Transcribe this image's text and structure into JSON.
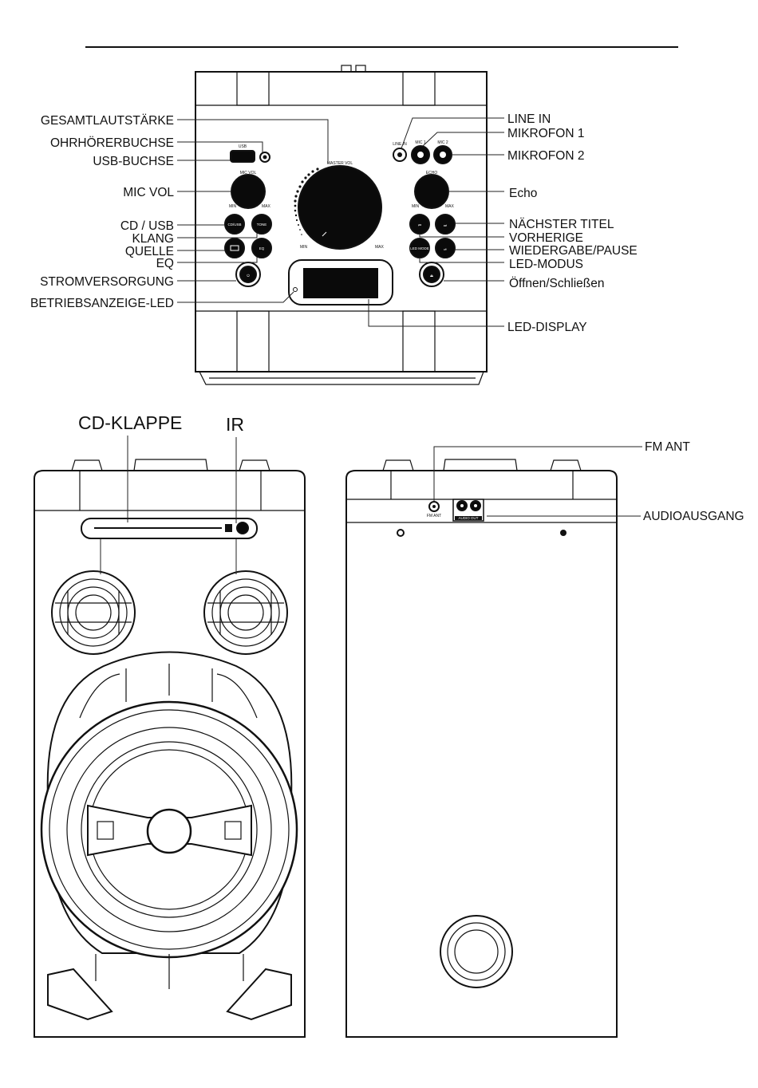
{
  "front_panel": {
    "callouts_left": [
      {
        "key": "master_volume",
        "label": "GESAMTLAUTSTÄRKE"
      },
      {
        "key": "headphone_jack",
        "label": "OHRHÖRERBUCHSE"
      },
      {
        "key": "usb_jack",
        "label": "USB-BUCHSE"
      },
      {
        "key": "mic_vol",
        "label": "MIC VOL"
      },
      {
        "key": "cd_usb",
        "label": "CD / USB"
      },
      {
        "key": "tone",
        "label": "KLANG"
      },
      {
        "key": "source",
        "label": "QUELLE"
      },
      {
        "key": "eq",
        "label": "EQ"
      },
      {
        "key": "power",
        "label": "STROMVERSORGUNG"
      },
      {
        "key": "power_led",
        "label": "BETRIEBSANZEIGE-LED"
      }
    ],
    "callouts_right": [
      {
        "key": "line_in",
        "label": "LINE IN"
      },
      {
        "key": "mic1",
        "label": "MIKROFON 1"
      },
      {
        "key": "mic2",
        "label": "MIKROFON 2"
      },
      {
        "key": "echo",
        "label": "Echo"
      },
      {
        "key": "next",
        "label": "NÄCHSTER TITEL"
      },
      {
        "key": "prev",
        "label": "VORHERIGE"
      },
      {
        "key": "play_pause",
        "label": "WIEDERGABE/PAUSE"
      },
      {
        "key": "led_mode",
        "label": "LED-MODUS"
      },
      {
        "key": "open_close",
        "label": "Öffnen/Schließen"
      },
      {
        "key": "led_display",
        "label": "LED-DISPLAY"
      }
    ],
    "panel_text": {
      "master_vol": "MASTER VOL",
      "mic_vol": "MIC VOL",
      "echo": "ECHO",
      "min": "MIN",
      "max": "MAX",
      "line_in": "LINE IN",
      "mic1": "MIC 1",
      "mic2": "MIC 2",
      "usb": "USB",
      "cd_usb_btn": "CD/USB",
      "tone_btn": "TONE",
      "eq_btn": "EQ",
      "led_btn": "LED MODE"
    }
  },
  "speaker_views": {
    "cd_door": "CD-KLAPPE",
    "ir": "IR",
    "fm_ant": "FM ANT",
    "audio_out": "AUDIOAUSGANG",
    "fm_ant_small": "FM ANT",
    "audio_out_small": "AUDIO OUT"
  }
}
